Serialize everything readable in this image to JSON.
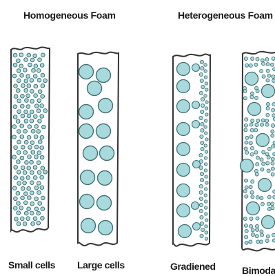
{
  "headings": {
    "homogeneous": "Homogeneous Foam",
    "heterogeneous": "Heterogeneous Foam"
  },
  "samples": [
    {
      "key": "small",
      "label": "Small cells",
      "pattern": "uniform-small-bubbles"
    },
    {
      "key": "large",
      "label": "Large cells",
      "pattern": "uniform-large-bubbles"
    },
    {
      "key": "gradiened",
      "label": "Gradiened",
      "pattern": "large-left-small-right"
    },
    {
      "key": "bimodal",
      "label": "Bimodal",
      "pattern": "mixed-large-and-small"
    }
  ],
  "colors": {
    "bubble_fill": "#a8dadd",
    "bubble_stroke": "#3f6f73",
    "outline": "#333333",
    "text": "#1a1a1a"
  }
}
